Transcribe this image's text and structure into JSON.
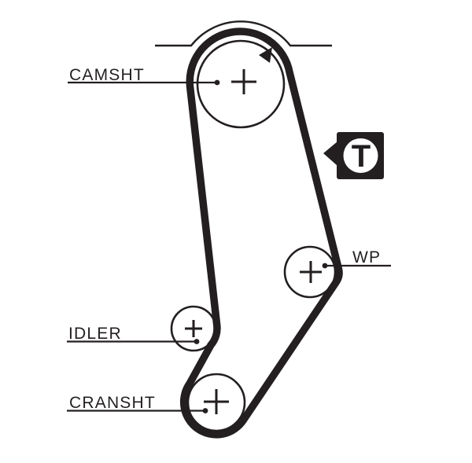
{
  "diagram": {
    "background_color": "#ffffff",
    "ink_color": "#231f20",
    "labels": {
      "camshaft": "CAMSHT",
      "water_pump": "WP",
      "idler": "IDLER",
      "crankshaft": "CRANSHT"
    },
    "tensioner_marker": {
      "letter": "T"
    }
  }
}
